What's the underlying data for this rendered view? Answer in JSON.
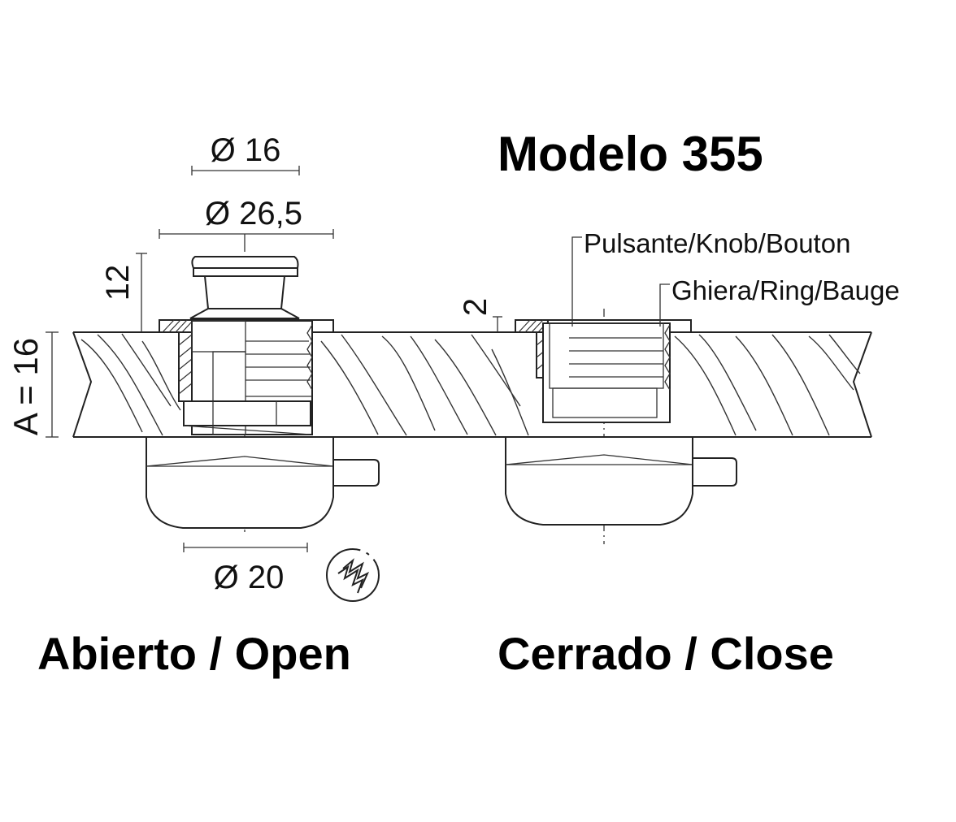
{
  "title": "Modelo 355",
  "dimensions": {
    "knob_diameter": "Ø 16",
    "ring_diameter": "Ø 26,5",
    "knob_height": "12",
    "thickness": "A = 16",
    "ring_offset": "2",
    "body_diameter": "Ø 20"
  },
  "callouts": {
    "knob": "Pulsante/Knob/Bouton",
    "ring": "Ghiera/Ring/Bauge"
  },
  "states": {
    "open": "Abierto / Open",
    "closed": "Cerrado / Close"
  },
  "icons": {
    "key": "key-icon"
  },
  "colors": {
    "line": "#222222",
    "background": "#ffffff"
  }
}
